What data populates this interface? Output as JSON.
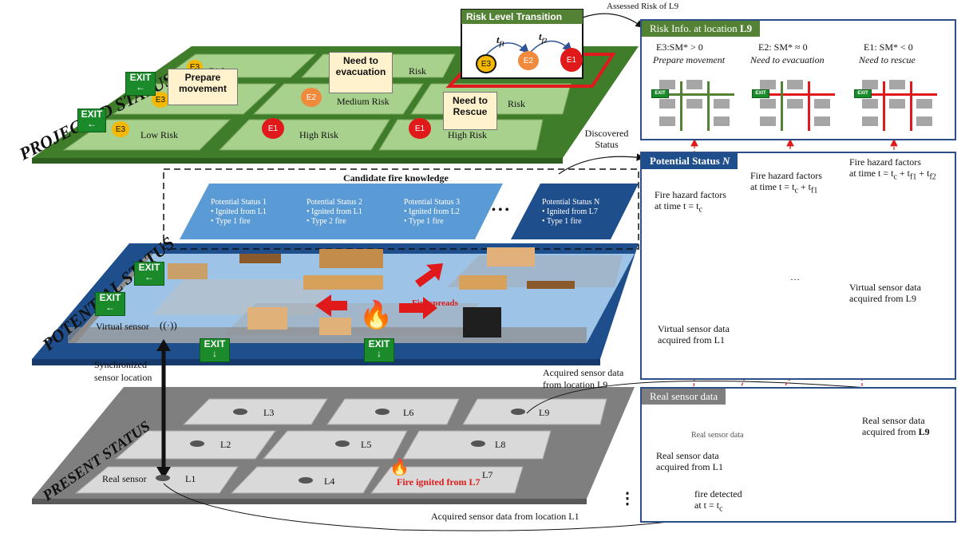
{
  "layers": {
    "projected": "PROJECTED STATUS",
    "potential": "POTENTIAL STATUS",
    "present": "PRESENT STATUS"
  },
  "projected": {
    "zones": [
      "Low Risk",
      "Medium Risk",
      "High Risk",
      "High Risk",
      "Risk",
      "Risk",
      "Risk"
    ],
    "zone_texts": {
      "low": "Low Risk",
      "medium": "Medium Risk",
      "high1": "High Risk",
      "high2": "High Risk",
      "r1": "Risk",
      "r2": "Risk",
      "r3": "Risk"
    },
    "callouts": {
      "prepare": "Prepare movement",
      "evac": "Need to evacuation",
      "rescue": "Need to Rescue"
    },
    "markers": {
      "e3": "E3",
      "e2": "E2",
      "e1": "E1"
    },
    "exit": "EXIT",
    "transition": {
      "title": "Risk Level Transition",
      "tf1": "t",
      "tf1_sub": "f1",
      "tf2": "t",
      "tf2_sub": "f2",
      "e3": "E3",
      "e2": "E2",
      "e1": "E1"
    },
    "assessed": "Assessed Risk of L9"
  },
  "risk_info": {
    "title": "Risk Info. at location ",
    "title_bold": "L9",
    "columns": [
      {
        "code": "E3:SM* > 0",
        "action": "Prepare movement"
      },
      {
        "code": "E2: SM* ≈ 0",
        "action": "Need to evacuation"
      },
      {
        "code": "E1: SM* < 0",
        "action": "Need to rescue"
      }
    ],
    "exit_small": "EXIT"
  },
  "potential": {
    "candidate_title": "Candidate fire knowledge",
    "statuses": [
      {
        "title": "Potential Status 1",
        "line1": "• Ignited from L1",
        "line2": "• Type 1 fire"
      },
      {
        "title": "Potential Status 2",
        "line1": "• Ignited from L1",
        "line2": "• Type 2 fire"
      },
      {
        "title": "Potential Status 3",
        "line1": "• Ignited from L2",
        "line2": "• Type 1 fire"
      },
      {
        "title": "Potential Status N",
        "line1": "• Ignited from L7",
        "line2": "• Type 1 fire"
      }
    ],
    "ellipsis": "• • •",
    "fire_spreads": "Fire spreads",
    "virtual_sensor": "Virtual sensor",
    "discovered": "Discovered Status",
    "exit": "EXIT"
  },
  "potential_panel": {
    "title": "Potential Status ",
    "title_n": "N",
    "hazard1": "Fire hazard factors",
    "hazard1_time": "at time t = t",
    "hazard1_sub": "c",
    "hazard2": "Fire hazard factors",
    "hazard2_time": "at time t = t",
    "hazard2_sub": "c",
    "hazard2_tail": " + t",
    "hazard2_tail_sub": "f1",
    "hazard3": "Fire hazard factors",
    "hazard3_time": "at time t = t",
    "hazard3_sub": "c",
    "hazard3_tail": " + t",
    "hazard3_tail_sub": "f1",
    "hazard3_tail2": " + t",
    "hazard3_tail2_sub": "f2",
    "dots": "…",
    "vs1_line1": "Virtual sensor data",
    "vs1_line2": "acquired from L1",
    "vs9_line1": "Virtual sensor data",
    "vs9_line2": "acquired from L9"
  },
  "sync": {
    "line1": "Synchronized",
    "line2": "sensor location"
  },
  "present": {
    "rooms": [
      "L1",
      "L2",
      "L3",
      "L4",
      "L5",
      "L6",
      "L7",
      "L8",
      "L9"
    ],
    "real_sensor": "Real sensor",
    "fire_ignited": "Fire ignited from L7",
    "acq_l9_line1": "Acquired sensor data",
    "acq_l9_line2": "from location L9",
    "acq_l1": "Acquired sensor data from location L1",
    "vdots": "⋮"
  },
  "real_panel": {
    "title": "Real sensor data",
    "rs1_line1": "Real sensor data",
    "rs1_line2": "acquired from L1",
    "rs9_line1": "Real sensor data",
    "rs9_line2": "acquired from ",
    "rs9_bold": "L9",
    "detected_line1": "fire detected",
    "detected_line2": "at t = t",
    "detected_sub": "c",
    "stack_text": "Real sensor data"
  },
  "colors": {
    "green": "#5a9e3a",
    "blue": "#1f4e8c",
    "gray": "#7f7f7f",
    "red": "#e01a1a",
    "orange": "#f08a3c",
    "yellow": "#f5b800",
    "paper": "#fff2cc"
  }
}
